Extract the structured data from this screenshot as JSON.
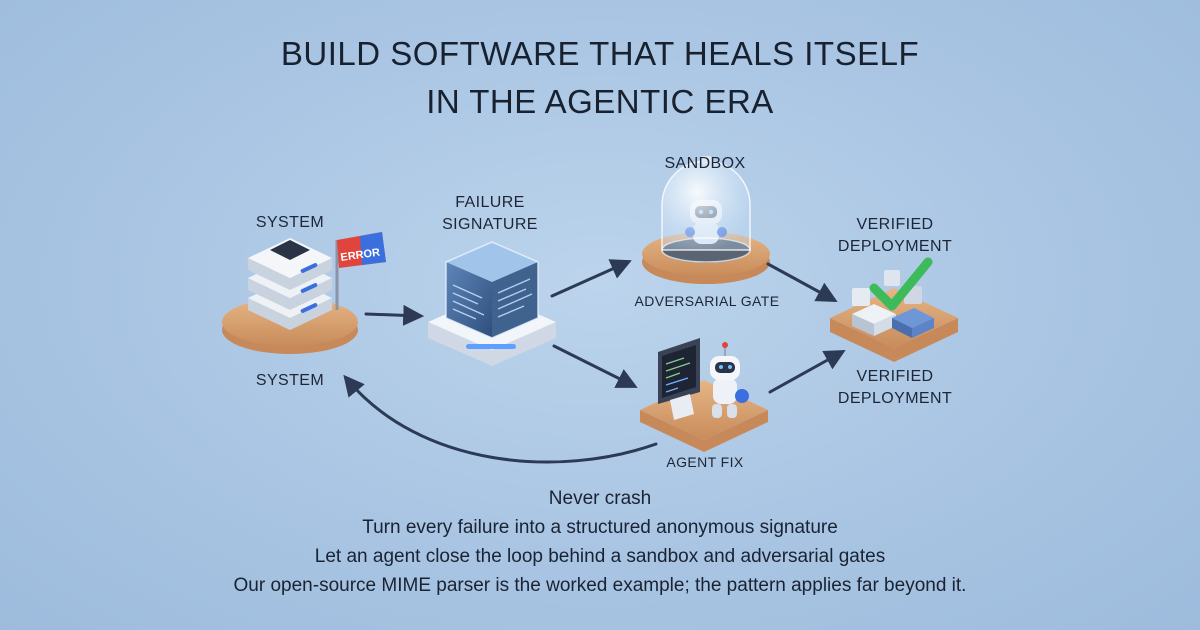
{
  "title": {
    "line1": "BUILD SOFTWARE THAT HEALS ITSELF",
    "line2": "IN THE AGENTIC ERA"
  },
  "nodes": {
    "system_top_label": "SYSTEM",
    "system_bottom_label": "SYSTEM",
    "error_flag_text": "ERROR",
    "failure_signature_label": "FAILURE\nSIGNATURE",
    "sandbox_label": "SANDBOX",
    "adversarial_gate_label": "ADVERSARIAL GATE",
    "agent_fix_label": "AGENT FIX",
    "verified_top_label": "VERIFIED\nDEPLOYMENT",
    "verified_bottom_label": "VERIFIED\nDEPLOYMENT"
  },
  "taglines": [
    "Never crash",
    "Turn every failure into a structured anonymous signature",
    "Let an agent close the loop behind a sandbox and adversarial gates",
    "Our open-source MIME parser is the worked example; the pattern applies far beyond it."
  ],
  "colors": {
    "background": "#a9c5e3",
    "arrow": "#2c3a55",
    "wood": "#d9a472",
    "check": "#3dbb5a",
    "flag_red": "#e0443c",
    "flag_blue": "#3b6fe0"
  }
}
